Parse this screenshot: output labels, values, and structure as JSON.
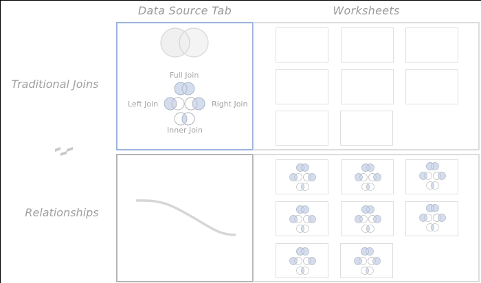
{
  "columns": {
    "data_source": "Data Source Tab",
    "worksheets": "Worksheets"
  },
  "rows": {
    "traditional": "Traditional Joins",
    "relationships": "Relationships"
  },
  "join_types": {
    "full": "Full Join",
    "left": "Left Join",
    "right": "Right Join",
    "inner": "Inner Join"
  },
  "colors": {
    "venn_fill": "#d4ddee",
    "venn_stroke": "#b8b8b8",
    "big_venn_fill": "#f0f0f0",
    "selected_border": "#9cb4dc",
    "relationship_border": "#b4b4b4",
    "sheet_border": "#dedede",
    "noodle": "#d6d6d6"
  },
  "worksheets_traditional": {
    "count": 8,
    "content": "empty"
  },
  "worksheets_relationships": {
    "count": 8,
    "content": "join-venn-cluster"
  }
}
